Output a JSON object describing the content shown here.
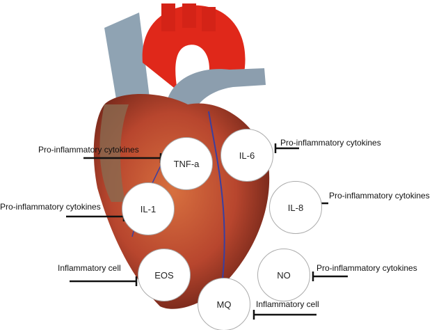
{
  "title": "Heart inflammation mediators",
  "nodes": [
    {
      "id": "tnf",
      "label": "TNF-a",
      "annotation": "Pro-inflammatory cytokines"
    },
    {
      "id": "il6",
      "label": "IL-6",
      "annotation": "Pro-inflammatory cytokines"
    },
    {
      "id": "il1",
      "label": "IL-1",
      "annotation": "Pro-inflammatory cytokines"
    },
    {
      "id": "il8",
      "label": "IL-8",
      "annotation": "Pro-inflammatory cytokines"
    },
    {
      "id": "eos",
      "label": "EOS",
      "annotation": "Inflammatory cell"
    },
    {
      "id": "no",
      "label": "NO",
      "annotation": "Pro-inflammatory cytokines"
    },
    {
      "id": "mq",
      "label": "MQ",
      "annotation": "Inflammatory cell"
    }
  ],
  "colors": {
    "aorta": "#e0281a",
    "vein": "#8fa3b3",
    "myocardium": "#b8462e"
  }
}
